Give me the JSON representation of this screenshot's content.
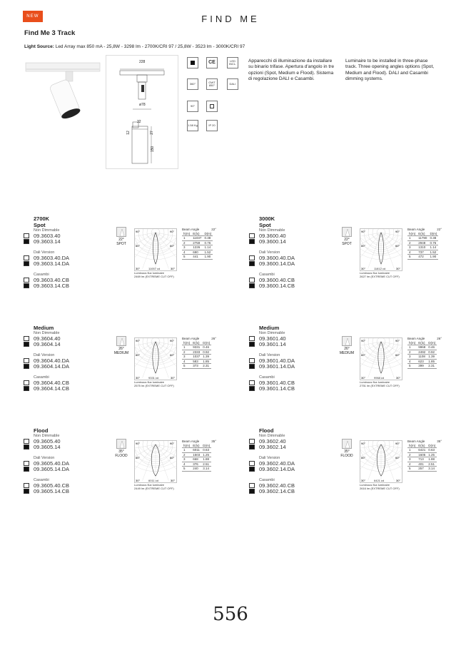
{
  "header": {
    "new_label": "NEW",
    "brand": "FIND ME",
    "title": "Find Me 3 Track"
  },
  "source": {
    "label": "Light Source:",
    "text": "Led Array max 850 mA - 25,8W - 3298 lm - 2700K/CRI 97    /    25,8W - 3523 lm - 3000K/CRI 97"
  },
  "drawing": {
    "width_dim": "228",
    "diam": "ø78",
    "head_dim": "32",
    "side1": "12",
    "side2": "27",
    "height": "150"
  },
  "icons": {
    "r1": [
      "",
      "CE",
      "LED INCL."
    ],
    "r2": [
      "360°",
      "GWT 850°",
      "DALI"
    ],
    "r3": [
      "90°",
      ""
    ],
    "r4": [
      "1.58 Kg",
      "IP 20"
    ]
  },
  "desc_it": "Apparecchi di illuminazione da installare su binario trifase. Apertura d'angolo in tre opzioni (Spot, Medium e Flood). Sistema di regolazione DALI e Casambi.",
  "desc_en": "Luminaire to be installed in three-phase track. Three opening angles options (Spot, Medium and Flood). DALI and Casambi dimming systems.",
  "labels": {
    "non_dim": "Non Dimmable",
    "dali": "Dali Version",
    "casambi": "Casambi",
    "flux_label": "Luminous flux luminaire",
    "cutoff": "(EXTREME CUT OFF)",
    "beam_angle": "Beam Angle",
    "h_col": "h(m)",
    "e_col": "E(lx)",
    "d_col": "D(m)"
  },
  "sections": [
    {
      "cct": "2700K",
      "name": "Spot",
      "codes": [
        "09.3603.40",
        "09.3603.14",
        "09.3603.40.DA",
        "09.3603.14.DA",
        "09.3603.40.CB",
        "09.3603.14.CB"
      ],
      "angle": "22°",
      "beam": "SPOT",
      "cd": "11057 cd",
      "flux": "2469 lm",
      "rows": [
        [
          "1",
          "11037",
          "0.38"
        ],
        [
          "2",
          "2759",
          "0.76"
        ],
        [
          "3",
          "1226",
          "1.14"
        ],
        [
          "4",
          "690",
          "1.52"
        ],
        [
          "5",
          "441",
          "1.90"
        ]
      ]
    },
    {
      "cct": "3000K",
      "name": "Spot",
      "codes": [
        "09.3600.40",
        "09.3600.14",
        "09.3600.40.DA",
        "09.3600.14.DA",
        "09.3600.40.CB",
        "09.3600.14.CB"
      ],
      "angle": "22°",
      "beam": "SPOT",
      "cd": "11812 cd",
      "flux": "2627 lm",
      "rows": [
        [
          "1",
          "11790",
          "0.38"
        ],
        [
          "2",
          "2948",
          "0.76"
        ],
        [
          "3",
          "1310",
          "1.14"
        ],
        [
          "4",
          "737",
          "1.52"
        ],
        [
          "5",
          "472",
          "1.90"
        ]
      ]
    },
    {
      "cct": "",
      "name": "Medium",
      "codes": [
        "09.3604.40",
        "09.3604.14",
        "09.3604.40.DA",
        "09.3604.14.DA",
        "09.3604.40.CB",
        "09.3604.14.CB"
      ],
      "angle": "26°",
      "beam": "MEDIUM",
      "cd": "9331 cd",
      "flux": "2575 lm",
      "rows": [
        [
          "1",
          "9331",
          "0.46"
        ],
        [
          "2",
          "2333",
          "0.92"
        ],
        [
          "3",
          "1037",
          "1.39"
        ],
        [
          "4",
          "583",
          "1.85"
        ],
        [
          "5",
          "373",
          "2.31"
        ]
      ]
    },
    {
      "cct": "",
      "name": "Medium",
      "codes": [
        "09.3601.40",
        "09.3601.14",
        "09.3601.40.DA",
        "09.3601.14.DA",
        "09.3601.40.CB",
        "09.3601.14.CB"
      ],
      "angle": "26°",
      "beam": "MEDIUM",
      "cd": "9968 cd",
      "flux": "2751 lm",
      "rows": [
        [
          "1",
          "9968",
          "0.46"
        ],
        [
          "2",
          "2492",
          "0.92"
        ],
        [
          "3",
          "1108",
          "1.39"
        ],
        [
          "4",
          "623",
          "1.85"
        ],
        [
          "5",
          "399",
          "2.31"
        ]
      ]
    },
    {
      "cct": "",
      "name": "Flood",
      "codes": [
        "09.3605.40",
        "09.3605.14",
        "09.3605.40.DA",
        "09.3605.14.DA",
        "09.3605.40.CB",
        "09.3605.14.CB"
      ],
      "angle": "35°",
      "beam": "FLOOD",
      "cd": "6011 cd",
      "flux": "2449 lm",
      "rows": [
        [
          "1",
          "6011",
          "0.63"
        ],
        [
          "2",
          "1503",
          "1.25"
        ],
        [
          "3",
          "668",
          "1.88"
        ],
        [
          "4",
          "376",
          "2.51"
        ],
        [
          "5",
          "240",
          "3.14"
        ]
      ]
    },
    {
      "cct": "",
      "name": "Flood",
      "codes": [
        "09.3602.40",
        "09.3602.14",
        "09.3602.40.DA",
        "09.3602.14.DA",
        "09.3602.40.CB",
        "09.3602.14.CB"
      ],
      "angle": "35°",
      "beam": "FLOOD",
      "cd": "6421 cd",
      "flux": "2616 lm",
      "rows": [
        [
          "1",
          "6421",
          "0.63"
        ],
        [
          "2",
          "1605",
          "1.25"
        ],
        [
          "3",
          "713",
          "1.88"
        ],
        [
          "4",
          "401",
          "2.51"
        ],
        [
          "5",
          "257",
          "3.14"
        ]
      ]
    }
  ],
  "page_number": "556"
}
